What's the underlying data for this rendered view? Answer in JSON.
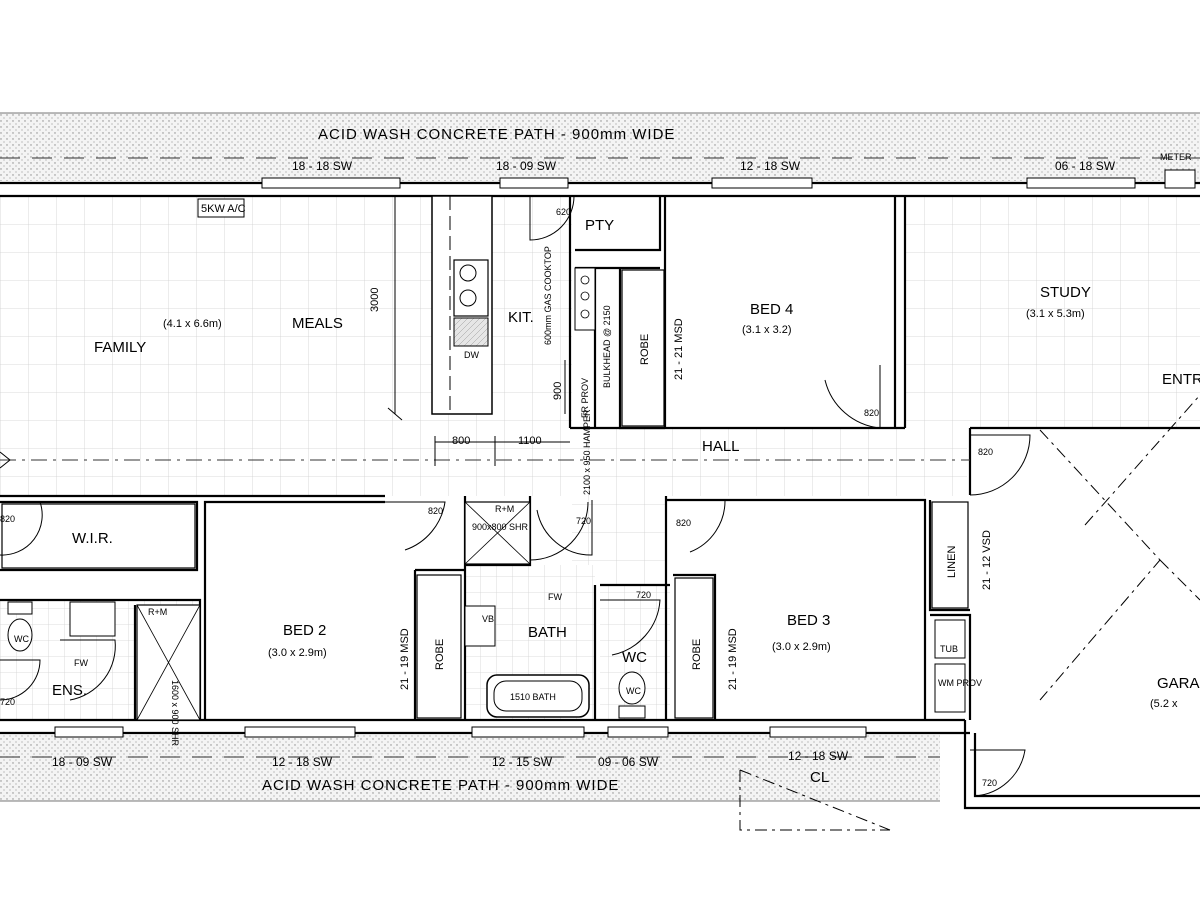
{
  "paths": {
    "top": "ACID WASH CONCRETE PATH - 900mm WIDE",
    "bottom": "ACID WASH CONCRETE PATH - 900mm WIDE"
  },
  "windows_top": [
    "18 - 18 SW",
    "18 - 09 SW",
    "12 - 18 SW",
    "06 - 18 SW"
  ],
  "windows_bottom": [
    "18 - 09 SW",
    "12 - 18 SW",
    "12 - 15 SW",
    "09 - 06 SW",
    "12 - 18 SW"
  ],
  "meter": "METER",
  "ac": "5KW A/C",
  "rooms": {
    "family": "FAMILY",
    "family_size": "(4.1 x 6.6m)",
    "meals": "MEALS",
    "kit": "KIT.",
    "pty": "PTY",
    "bed4": "BED 4",
    "bed4_size": "(3.1 x 3.2)",
    "study": "STUDY",
    "study_size": "(3.1 x 5.3m)",
    "entry": "ENTRY",
    "hall": "HALL",
    "wir": "W.I.R.",
    "ens": "ENS.",
    "bed2": "BED 2",
    "bed2_size": "(3.0 x 2.9m)",
    "bath": "BATH",
    "wc": "WC",
    "bed3": "BED 3",
    "bed3_size": "(3.0 x 2.9m)",
    "garage": "GARAGE",
    "garage_size": "(5.2 x",
    "linen": "LINEN",
    "cl": "CL"
  },
  "labels": {
    "cooktop": "600mm GAS COOKTOP",
    "bulkhead": "BULKHEAD @ 2150",
    "frprov": "FR PROV",
    "dw": "DW",
    "robe": "ROBE",
    "msd_2121": "21 - 21 MSD",
    "msd_2119": "21 - 19 MSD",
    "vsd": "21 - 12 VSD",
    "hamper": "2100 x 950 HAMPER",
    "shr900": "900x800 SHR",
    "shr1600": "1600 x 900 SHR",
    "rm": "R+M",
    "bath1510": "1510 BATH",
    "fw": "FW",
    "wc_fix": "WC",
    "vb": "VB",
    "tub": "TUB",
    "wm": "WM PROV",
    "dim3000": "3000",
    "dim900": "900",
    "dim800": "800",
    "dim1100": "1100"
  },
  "door_widths": {
    "d620": "620",
    "d820": "820",
    "d720": "720"
  }
}
